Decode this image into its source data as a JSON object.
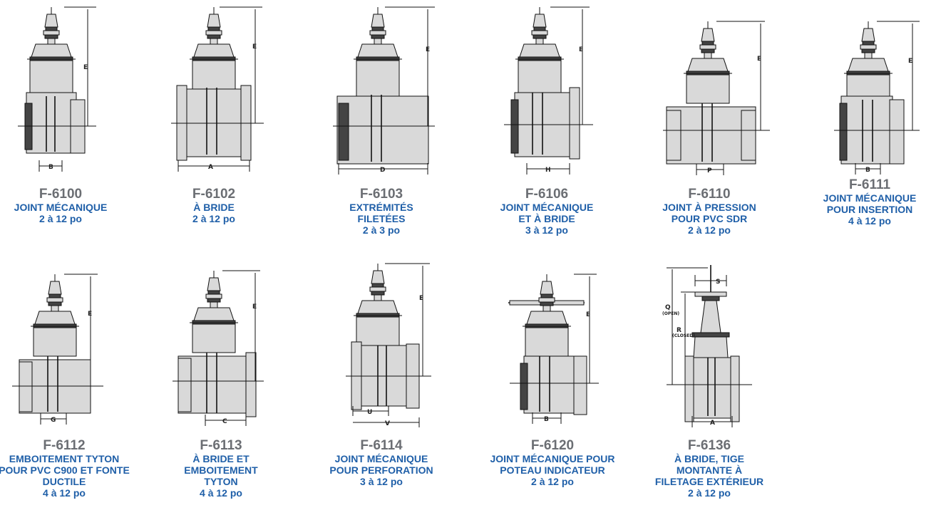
{
  "valves": [
    {
      "model": "F-6100",
      "desc": [
        "JOINT MÉCANIQUE"
      ],
      "size": "2 à 12 po",
      "dims": [
        "E",
        "B"
      ]
    },
    {
      "model": "F-6102",
      "desc": [
        "À BRIDE"
      ],
      "size": "2 à 12 po",
      "dims": [
        "E",
        "A"
      ]
    },
    {
      "model": "F-6103",
      "desc": [
        "EXTRÉMITÉS",
        "FILETÉES"
      ],
      "size": "2 à 3 po",
      "dims": [
        "E",
        "D"
      ]
    },
    {
      "model": "F-6106",
      "desc": [
        "JOINT MÉCANIQUE",
        "ET À BRIDE"
      ],
      "size": "3 à 12 po",
      "dims": [
        "E",
        "H"
      ]
    },
    {
      "model": "F-6110",
      "desc": [
        "JOINT À PRESSION",
        "POUR PVC SDR"
      ],
      "size": "2 à 12 po",
      "dims": [
        "E",
        "P"
      ]
    },
    {
      "model": "F-6111",
      "desc": [
        "JOINT MÉCANIQUE",
        "POUR INSERTION"
      ],
      "size": "4 à 12 po",
      "dims": [
        "E",
        "B"
      ]
    },
    {
      "model": "F-6112",
      "desc": [
        "EMBOITEMENT TYTON",
        "POUR PVC C900 ET FONTE",
        "DUCTILE"
      ],
      "size": "4 à 12 po",
      "dims": [
        "E",
        "G"
      ]
    },
    {
      "model": "F-6113",
      "desc": [
        "À BRIDE ET",
        "EMBOITEMENT",
        "TYTON"
      ],
      "size": "4 à 12 po",
      "dims": [
        "E",
        "C"
      ]
    },
    {
      "model": "F-6114",
      "desc": [
        "JOINT MÉCANIQUE",
        "POUR PERFORATION"
      ],
      "size": "3 à 12 po",
      "dims": [
        "E",
        "U",
        "V"
      ]
    },
    {
      "model": "F-6120",
      "desc": [
        "JOINT MÉCANIQUE POUR",
        "POTEAU INDICATEUR"
      ],
      "size": "2 à 12 po",
      "dims": [
        "E",
        "B"
      ]
    },
    {
      "model": "F-6136",
      "desc": [
        "À BRIDE, TIGE",
        "MONTANTE À",
        "FILETAGE EXTÉRIEUR"
      ],
      "size": "2 à 12 po",
      "dims": [
        "S",
        "Q",
        "(OPEN)",
        "R",
        "(CLOSED)",
        "A"
      ]
    }
  ]
}
